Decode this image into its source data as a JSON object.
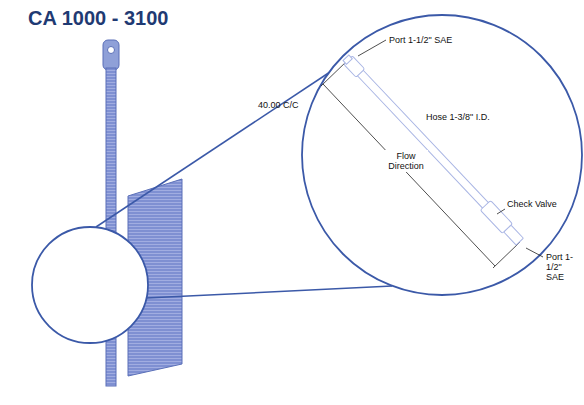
{
  "diagram": {
    "title": "CA 1000 - 3100",
    "labels": [
      "Port 1-1/2\" SAE",
      "40.00 C/C",
      "Hose 1-3/8\" I.D.",
      "Flow Direction",
      "Check Valve",
      "Port 1-1/2\" SAE"
    ]
  }
}
